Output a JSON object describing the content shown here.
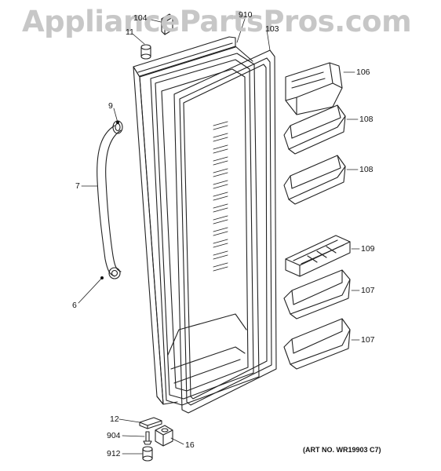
{
  "watermark": "AppliancePartsPros.com",
  "art_number": "(ART NO. WR19903 C7)",
  "parts": [
    {
      "id": "104",
      "text": "104"
    },
    {
      "id": "910",
      "text": "910"
    },
    {
      "id": "11",
      "text": "11"
    },
    {
      "id": "103",
      "text": "103"
    },
    {
      "id": "106",
      "text": "106"
    },
    {
      "id": "9",
      "text": "9"
    },
    {
      "id": "108a",
      "text": "108"
    },
    {
      "id": "7",
      "text": "7"
    },
    {
      "id": "108b",
      "text": "108"
    },
    {
      "id": "109",
      "text": "109"
    },
    {
      "id": "6",
      "text": "6"
    },
    {
      "id": "107a",
      "text": "107"
    },
    {
      "id": "107b",
      "text": "107"
    },
    {
      "id": "12",
      "text": "12"
    },
    {
      "id": "904",
      "text": "904"
    },
    {
      "id": "16",
      "text": "16"
    },
    {
      "id": "912",
      "text": "912"
    }
  ]
}
